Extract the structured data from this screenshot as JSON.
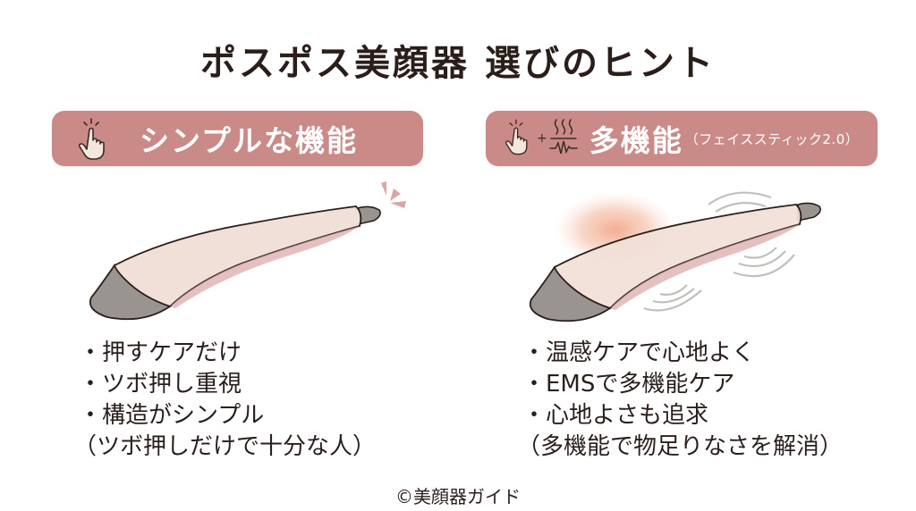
{
  "title": "ポスポス美顔器 選びのヒント",
  "left": {
    "header_label": "シンプルな機能",
    "icons": [
      "tap-finger-icon"
    ],
    "bullets": [
      "・押すケアだけ",
      "・ツボ押し重視",
      "・構造がシンプル"
    ],
    "note": "（ツボ押しだけで十分な人）"
  },
  "right": {
    "header_label": "多機能",
    "header_sub": "（フェイススティック2.0）",
    "icons": [
      "tap-finger-icon",
      "plus-icon",
      "heat-wave-icon",
      "ems-pulse-icon"
    ],
    "bullets": [
      "・温感ケアで心地よく",
      "・EMSで多機能ケア",
      "・心地よさも追求"
    ],
    "note": "（多機能で物足りなさを解消）"
  },
  "credit": "©美顔器ガイド",
  "colors": {
    "pill": "#c98a88",
    "device_body": "#f1e0d7",
    "device_tip": "#9a9491",
    "device_shadow": "#d9a7a5",
    "heat": "#f0a07f",
    "text": "#2a1f1d"
  }
}
